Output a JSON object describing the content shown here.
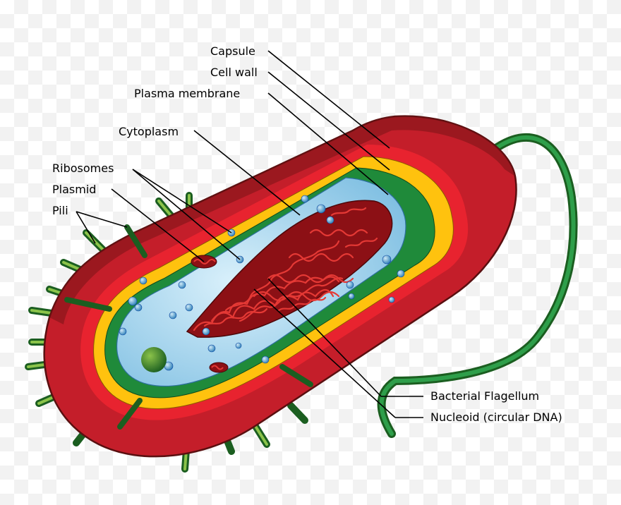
{
  "labels": {
    "capsule": "Capsule",
    "cell_wall": "Cell wall",
    "plasma_membrane": "Plasma membrane",
    "cytoplasm": "Cytoplasm",
    "ribosomes": "Ribosomes",
    "plasmid": "Plasmid",
    "pili": "Pili",
    "bacterial_flagellum": "Bacterial Flagellum",
    "nucleoid": "Nucleoid (circular DNA)"
  },
  "colors": {
    "capsule": "#c41e2a",
    "capsule_dark": "#7a1416",
    "cell_wall": "#ffc20e",
    "plasma_membrane": "#1f8a3a",
    "cytoplasm": "#a8d8f0",
    "dna": "#b3171f",
    "pili": "#2e7d32",
    "flagellum": "#1b5e20"
  }
}
